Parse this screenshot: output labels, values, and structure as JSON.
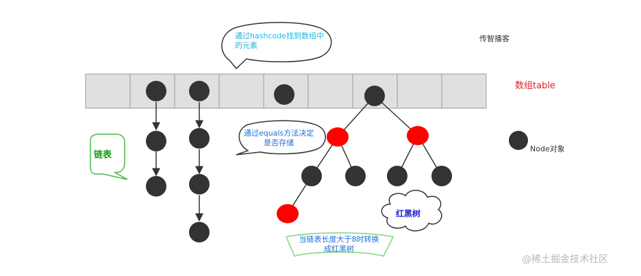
{
  "callouts": {
    "top_bubble": [
      "通过hashcode找到数组中",
      "的元素"
    ],
    "equals_bubble": [
      "通过equals方法决定",
      "是否存储"
    ],
    "threshold_banner": [
      "当链表长度大于8时转换",
      "成红黑树"
    ]
  },
  "labels": {
    "brand": "传智播客",
    "array_table": "数组table",
    "linked_list": "链表",
    "red_black_tree": "红黑树",
    "node_object": "Node对象"
  },
  "watermark": "@稀土掘金技术社区",
  "colors": {
    "node_black": "#333333",
    "node_red": "#ff0000",
    "array_fill": "#e0e0e0",
    "callout_blue": "#1e9be0",
    "callout_cyan": "#1fb7d9",
    "list_green": "#14a014",
    "tree_label": "#2222cc",
    "table_label": "#e02020",
    "banner_border": "#7cd77c",
    "banner_text": "#1e6fd9"
  }
}
